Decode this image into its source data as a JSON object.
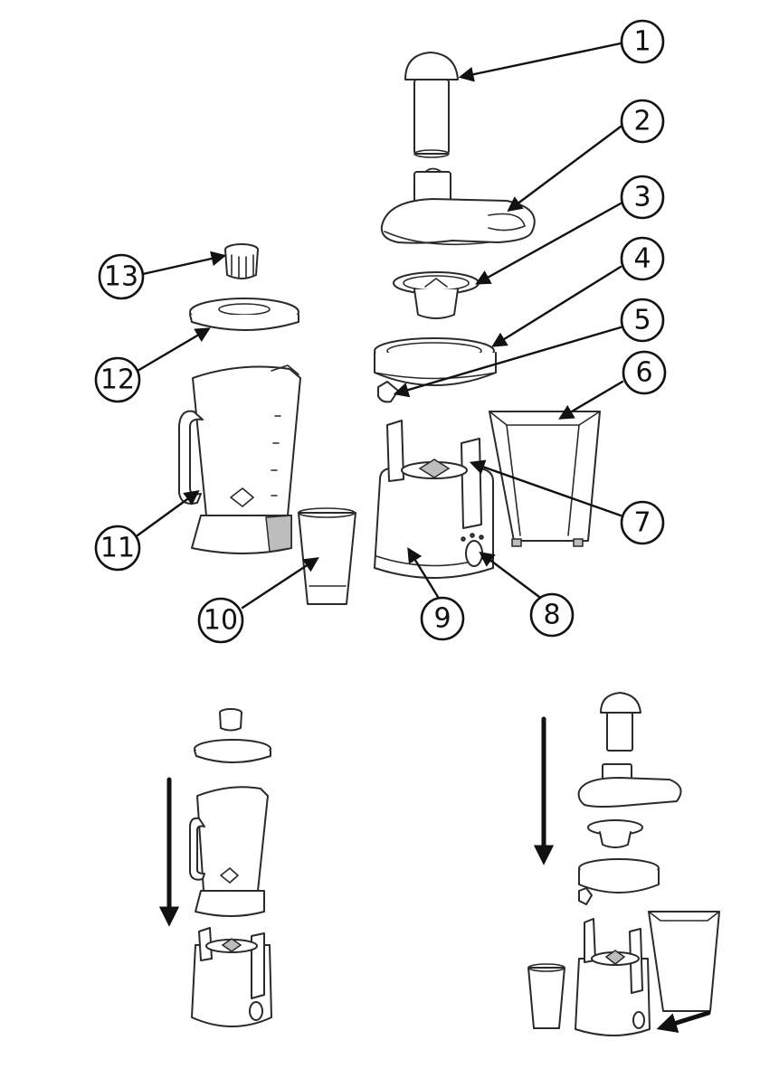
{
  "callouts": [
    {
      "id": "1",
      "label": "1"
    },
    {
      "id": "2",
      "label": "2"
    },
    {
      "id": "3",
      "label": "3"
    },
    {
      "id": "4",
      "label": "4"
    },
    {
      "id": "5",
      "label": "5"
    },
    {
      "id": "6",
      "label": "6"
    },
    {
      "id": "7",
      "label": "7"
    },
    {
      "id": "8",
      "label": "8"
    },
    {
      "id": "9",
      "label": "9"
    },
    {
      "id": "10",
      "label": "10"
    },
    {
      "id": "11",
      "label": "11"
    },
    {
      "id": "12",
      "label": "12"
    },
    {
      "id": "13",
      "label": "13"
    }
  ],
  "icons": {
    "direction_arrows": [
      "down-arrow-icon",
      "down-arrow-icon",
      "left-diagonal-arrow-icon"
    ]
  },
  "colors": {
    "line": "#2a2a2a",
    "background": "#ffffff"
  }
}
